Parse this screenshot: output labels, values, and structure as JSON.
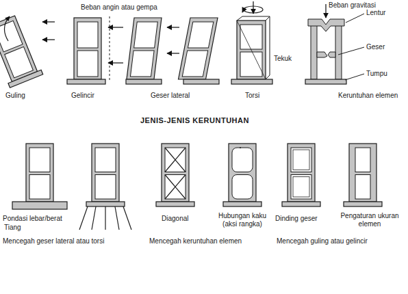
{
  "diagram": {
    "title": "JENIS-JENIS KERUNTUHAN",
    "labels": [
      "Beban angin atau gempa",
      "Beban gravitasi",
      "Lentur",
      "Tekuk",
      "Geser",
      "Tumpu",
      "Guling",
      "Gelincir",
      "Geser lateral",
      "Torsi",
      "Keruntuhan elemen",
      "Pondasi lebar/berat",
      "Tiang",
      "Diagonal",
      "Hubungan kaku (aksi rangka)",
      "Dinding geser",
      "Pengaturan ukuran elemen",
      "Mencegah geser lateral atau torsi",
      "Mencegah keruntuhan elemen",
      "Mencegah guling atau gelincir"
    ]
  }
}
